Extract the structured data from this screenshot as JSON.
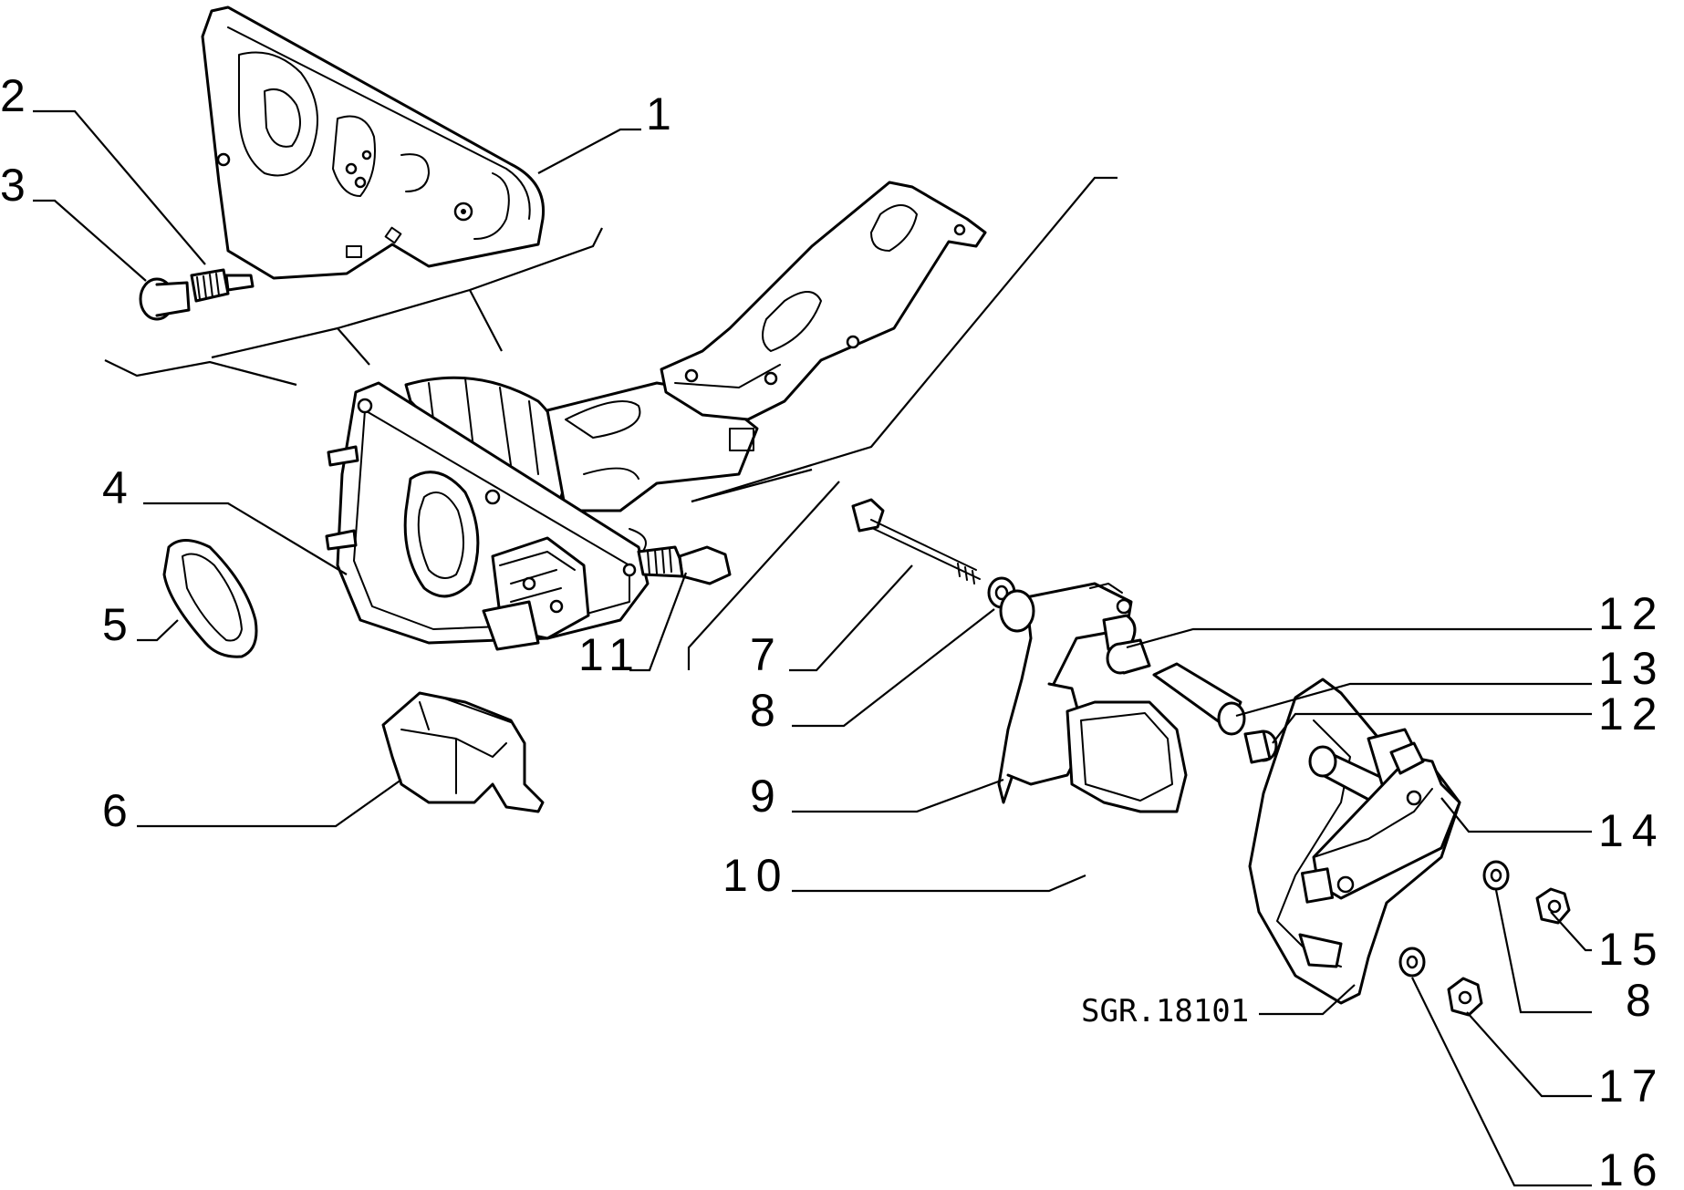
{
  "callouts": {
    "c1": "1",
    "c2": "2",
    "c3": "3",
    "c4": "4",
    "c5": "5",
    "c6": "6",
    "c7": "7",
    "c8a": "8",
    "c9": "9",
    "c10": "10",
    "c11": "11",
    "c12a": "12",
    "c13": "13",
    "c12b": "12",
    "c14": "14",
    "c15": "15",
    "c8b": "8",
    "c17": "17",
    "c16": "16"
  },
  "drawing_ref": "SGR.18101"
}
